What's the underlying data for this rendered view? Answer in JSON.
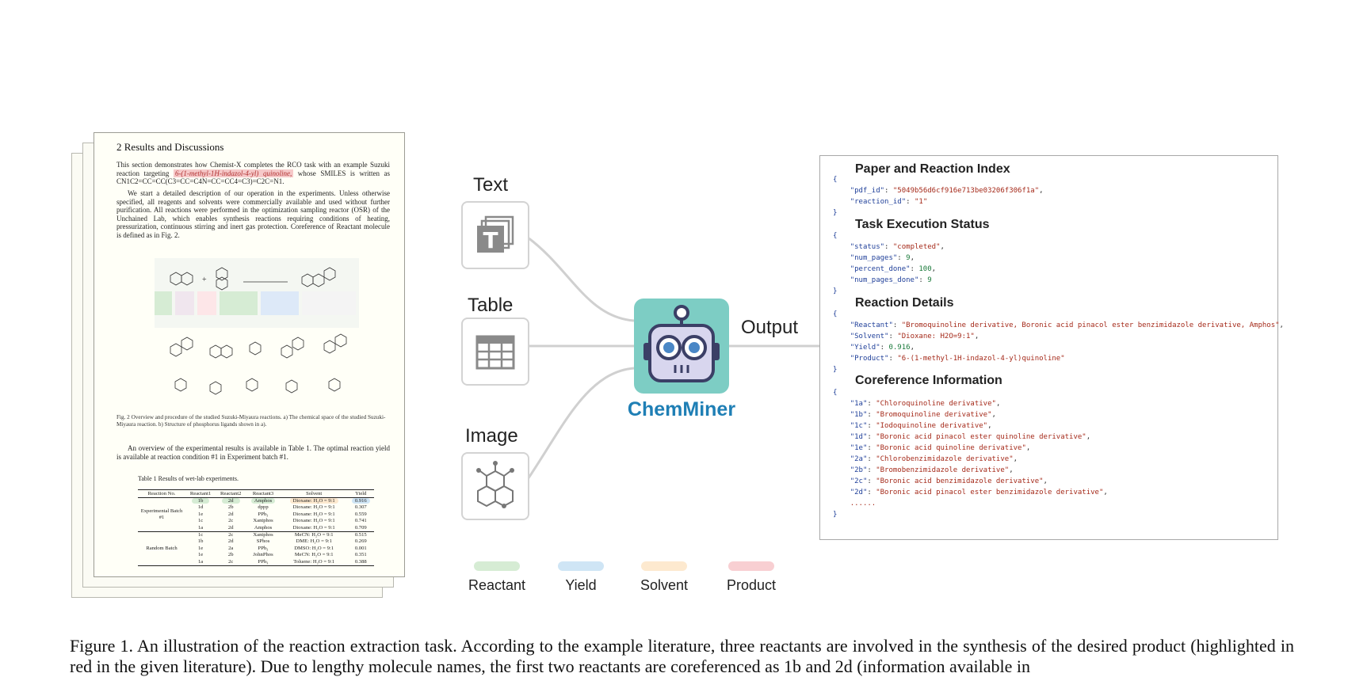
{
  "paper": {
    "section_title": "2  Results and Discussions",
    "para1_a": "This section demonstrates how Chemist-X completes the RCO task with an example Suzuki reaction targeting",
    "para1_product": "6-(1-methyl-1H-indazol-4-yl) quinoline,",
    "para1_b": "whose SMILES is written as CN1C2=CC=CC(C3=CC=C4N=CC=CC4=C3)=C2C=N1.",
    "para2": "We start a detailed description of our operation in the experiments. Unless otherwise specified, all reagents and solvents were commercially available and used without further purification. All reactions were performed in the optimization sampling reactor (OSR) of the Unchained Lab, which enables synthesis reactions requiring conditions of heating, pressurization, continuous stirring and inert gas protection. Coreference of Reactant molecule is defined as in Fig. 2.",
    "fig_caption": "Fig. 2    Overview and procedure of the studied Suzuki-Miyaura reactions. a)  The chemical space of the studied Suzuki-Miyaura reaction. b)  Structure of phosphorus ligands shown in a).",
    "para3": "An overview of the experimental results is available in Table 1. The optimal reaction yield is available at reaction condition #1 in Experiment batch #1.",
    "table_caption": "Table 1      Results of wet-lab experiments.",
    "table_headers": [
      "Reaction No.",
      "Reactant1",
      "Reactant2",
      "Reactant3",
      "Solvent",
      "Yield"
    ],
    "group1": "Experimental Batch #1",
    "group2": "Random Batch",
    "rows1": [
      [
        "1b",
        "2d",
        "Amphos",
        "Dioxane: H₂O = 9:1",
        "0.916"
      ],
      [
        "1d",
        "2b",
        "dppp",
        "Dioxane: H₂O = 9:1",
        "0.307"
      ],
      [
        "1e",
        "2d",
        "PPh₃",
        "Dioxane: H₂O = 9:1",
        "0.559"
      ],
      [
        "1c",
        "2c",
        "Xantphos",
        "Dioxane: H₂O = 9:1",
        "0.741"
      ],
      [
        "1a",
        "2d",
        "Amphos",
        "Dioxane: H₂O = 9:1",
        "0.709"
      ]
    ],
    "rows2": [
      [
        "1c",
        "2c",
        "Xantphos",
        "MeCN: H₂O = 9:1",
        "0.515"
      ],
      [
        "1b",
        "2d",
        "SPhos",
        "DME: H₂O = 9:1",
        "0.269"
      ],
      [
        "1e",
        "2a",
        "PPh₃",
        "DMSO: H₂O = 9:1",
        "0.001"
      ],
      [
        "1e",
        "2b",
        "JohnPhos",
        "MeCN: H₂O = 9:1",
        "0.351"
      ],
      [
        "1a",
        "2c",
        "PPh₃",
        "Toluene: H₂O = 9:1",
        "0.388"
      ]
    ]
  },
  "inputs": {
    "text_label": "Text",
    "table_label": "Table",
    "image_label": "Image"
  },
  "brand": "ChemMiner",
  "output_label": "Output",
  "legend": {
    "items": [
      {
        "label": "Reactant",
        "color": "#d6ecd4"
      },
      {
        "label": "Yield",
        "color": "#cfe5f5"
      },
      {
        "label": "Solvent",
        "color": "#fde9cf"
      },
      {
        "label": "Product",
        "color": "#f8cfd2"
      }
    ]
  },
  "output": {
    "sec1": "Paper and Reaction Index",
    "pdf_id_key": "\"pdf_id\"",
    "pdf_id_val": "\"5049b56d6cf916e713be03206f306f1a\"",
    "reaction_id_key": "\"reaction_id\"",
    "reaction_id_val": "\"1\"",
    "sec2": "Task Execution Status",
    "status_key": "\"status\"",
    "status_val": "\"completed\"",
    "num_pages_key": "\"num_pages\"",
    "num_pages_val": "9",
    "percent_done_key": "\"percent_done\"",
    "percent_done_val": "100",
    "num_pages_done_key": "\"num_pages_done\"",
    "num_pages_done_val": "9",
    "sec3": "Reaction Details",
    "reactant_key": "\"Reactant\"",
    "reactant_val": "\"Bromoquinoline derivative, Boronic acid pinacol ester benzimidazole derivative, Amphos\"",
    "solvent_key": "\"Solvent\"",
    "solvent_val": "\"Dioxane: H2O=9:1\"",
    "yield_key": "\"Yield\"",
    "yield_val": "0.916",
    "product_key": "\"Product\"",
    "product_val": "\"6-(1-methyl-1H-indazol-4-yl)quinoline\"",
    "sec4": "Coreference Information",
    "coref": [
      {
        "k": "\"1a\"",
        "v": "\"Chloroquinoline derivative\""
      },
      {
        "k": "\"1b\"",
        "v": "\"Bromoquinoline derivative\""
      },
      {
        "k": "\"1c\"",
        "v": "\"Iodoquinoline derivative\""
      },
      {
        "k": "\"1d\"",
        "v": "\"Boronic acid pinacol ester quinoline derivative\""
      },
      {
        "k": "\"1e\"",
        "v": "\"Boronic acid quinoline derivative\""
      },
      {
        "k": "\"2a\"",
        "v": "\"Chlorobenzimidazole derivative\""
      },
      {
        "k": "\"2b\"",
        "v": "\"Bromobenzimidazole derivative\""
      },
      {
        "k": "\"2c\"",
        "v": "\"Boronic acid benzimidazole derivative\""
      },
      {
        "k": "\"2d\"",
        "v": "\"Boronic acid pinacol ester benzimidazole derivative\""
      }
    ],
    "ellipsis": "......"
  },
  "caption": "Figure 1.  An illustration of the reaction extraction task. According to the example literature, three reactants are involved in the synthesis of the desired product (highlighted in red in the given literature). Due to lengthy molecule names, the first two reactants are coreferenced as 1b and 2d (information available in"
}
